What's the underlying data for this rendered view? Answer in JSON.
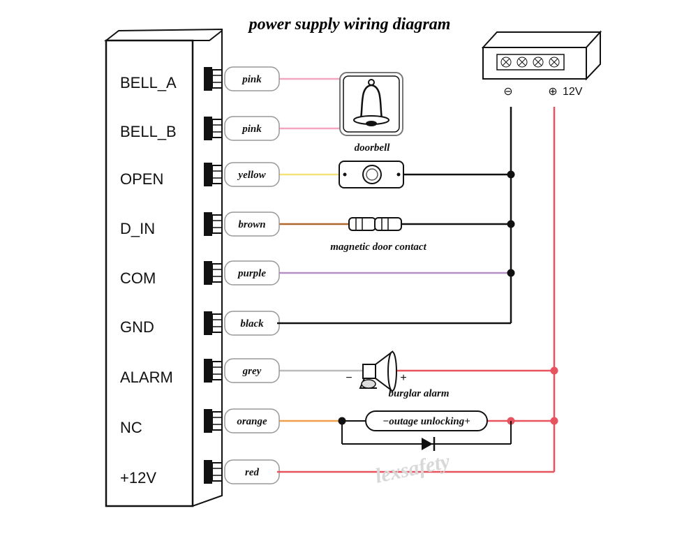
{
  "title": "power supply wiring diagram",
  "terminals": [
    "BELL_A",
    "BELL_B",
    "OPEN",
    "D_IN",
    "COM",
    "GND",
    "ALARM",
    "NC",
    "+12V"
  ],
  "wires": [
    {
      "label": "pink",
      "color": "#f2a6bf"
    },
    {
      "label": "pink",
      "color": "#f2a6bf"
    },
    {
      "label": "yellow",
      "color": "#f5e27a"
    },
    {
      "label": "brown",
      "color": "#b0672c"
    },
    {
      "label": "purple",
      "color": "#b78fc7"
    },
    {
      "label": "black",
      "color": "#111111"
    },
    {
      "label": "grey",
      "color": "#bcbcbc"
    },
    {
      "label": "orange",
      "color": "#f0a04b"
    },
    {
      "label": "red",
      "color": "#e8535f"
    }
  ],
  "devices": {
    "doorbell": "doorbell",
    "exit_button_icon": "exit-button-icon",
    "door_contact": "magnetic door contact",
    "alarm": "burglar alarm",
    "alarm_minus": "−",
    "alarm_plus": "+",
    "lock": "−outage unlocking+"
  },
  "power_supply": {
    "minus": "⊖",
    "plus": "⊕",
    "voltage": "12V"
  },
  "watermark": "lexsafety",
  "colors": {
    "red_wire": "#e8535f",
    "black_wire": "#111111"
  }
}
